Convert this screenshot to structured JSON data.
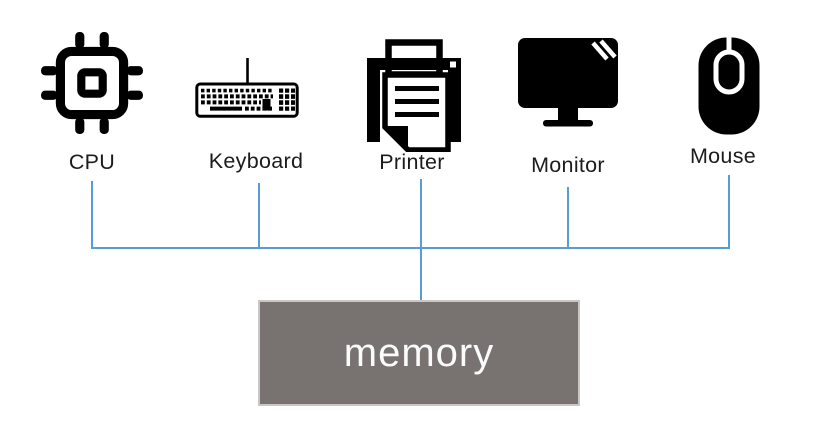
{
  "devices": [
    {
      "label": "CPU",
      "icon": "cpu-chip-icon"
    },
    {
      "label": "Keyboard",
      "icon": "keyboard-icon"
    },
    {
      "label": "Printer",
      "icon": "printer-icon"
    },
    {
      "label": "Monitor",
      "icon": "monitor-icon"
    },
    {
      "label": "Mouse",
      "icon": "mouse-icon"
    }
  ],
  "memory_block": {
    "label": "memory",
    "fill_color": "#787370",
    "border_color": "#c9c6c5",
    "text_color": "#fbfbfb"
  },
  "connectors": {
    "color": "#5b9bd5",
    "style": "bus: each device connects down to a shared horizontal line, which feeds the memory block via the printer column"
  },
  "icon_color": "#000000",
  "background_color": "#ffffff"
}
